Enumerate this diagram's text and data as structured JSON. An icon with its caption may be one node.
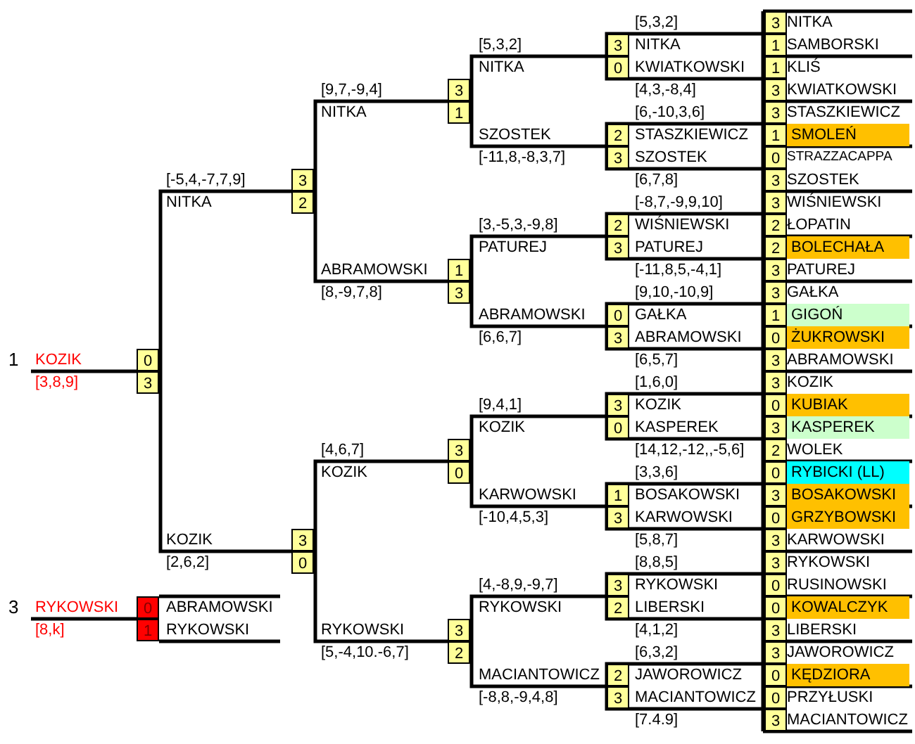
{
  "diagram": {
    "labels": [
      "[5,3,2]",
      "3",
      "NITKA",
      "[5,3,2]",
      "3",
      "NITKA",
      "1",
      "SAMBORSKI",
      "NITKA",
      "0",
      "KWIATKOWSKI",
      "1",
      "KLIŚ",
      "[9,7,-9,4]",
      "3",
      "[4,3,-8,4]",
      "3",
      "KWIATKOWSKI",
      "NITKA",
      "1",
      "[6,-10,3,6]",
      "3",
      "STASZKIEWICZ",
      "SZOSTEK",
      "2",
      "STASZKIEWICZ",
      "1",
      "SMOLEŃ",
      "[-11,8,-8,3,7]",
      "3",
      "SZOSTEK",
      "0",
      "STRAZZACAPPA",
      "[-5,4,-7,7,9]",
      "3",
      "[6,7,8]",
      "3",
      "SZOSTEK",
      "NITKA",
      "2",
      "[-8,7,-9,9,10]",
      "3",
      "WIŚNIEWSKI",
      "[3,-5,3,-9,8]",
      "2",
      "WIŚNIEWSKI",
      "2",
      "ŁOPATIN",
      "PATUREJ",
      "3",
      "PATUREJ",
      "2",
      "BOLECHAŁA",
      "ABRAMOWSKI",
      "1",
      "[-11,8,5,-4,1]",
      "3",
      "PATUREJ",
      "[8,-9,7,8]",
      "3",
      "[9,10,-10,9]",
      "3",
      "GAŁKA",
      "ABRAMOWSKI",
      "0",
      "GAŁKA",
      "1",
      "GIGOŃ",
      "[6,6,7]",
      "3",
      "ABRAMOWSKI",
      "0",
      "ŻUKROWSKI",
      "1",
      "KOZIK",
      "0",
      "[6,5,7]",
      "3",
      "ABRAMOWSKI",
      "[3,8,9]",
      "3",
      "[1,6,0]",
      "3",
      "KOZIK",
      "[9,4,1]",
      "3",
      "KOZIK",
      "0",
      "KUBIAK",
      "KOZIK",
      "0",
      "KASPEREK",
      "3",
      "KASPEREK",
      "[4,6,7]",
      "3",
      "[14,12,-12,,-5,6]",
      "2",
      "WOLEK",
      "KOZIK",
      "0",
      "[3,3,6]",
      "0",
      "RYBICKI (LL)",
      "KARWOWSKI",
      "1",
      "BOSAKOWSKI",
      "3",
      "BOSAKOWSKI",
      "[-10,4,5,3]",
      "3",
      "KARWOWSKI",
      "0",
      "GRZYBOWSKI",
      "KOZIK",
      "3",
      "[5,8,7]",
      "3",
      "KARWOWSKI",
      "[2,6,2]",
      "0",
      "[8,8,5]",
      "3",
      "RYKOWSKI",
      "[4,-8,9,-9,7]",
      "3",
      "RYKOWSKI",
      "0",
      "RUSINOWSKI",
      "3",
      "RYKOWSKI",
      "0",
      "ABRAMOWSKI",
      "RYKOWSKI",
      "2",
      "LIBERSKI",
      "0",
      "KOWALCZYK",
      "[8,k]",
      "1",
      "RYKOWSKI",
      "RYKOWSKI",
      "3",
      "[4,1,2]",
      "3",
      "LIBERSKI",
      "[5,-4,10.-6,7]",
      "2",
      "[6,3,2]",
      "3",
      "JAWOROWICZ",
      "MACIANTOWICZ",
      "2",
      "JAWOROWICZ",
      "0",
      "KĘDZIORA",
      "[-8,8,-9,4,8]",
      "3",
      "MACIANTOWICZ",
      "0",
      "PRZYŁUSKI",
      "[7.4.9]",
      "3",
      "MACIANTOWICZ"
    ]
  }
}
